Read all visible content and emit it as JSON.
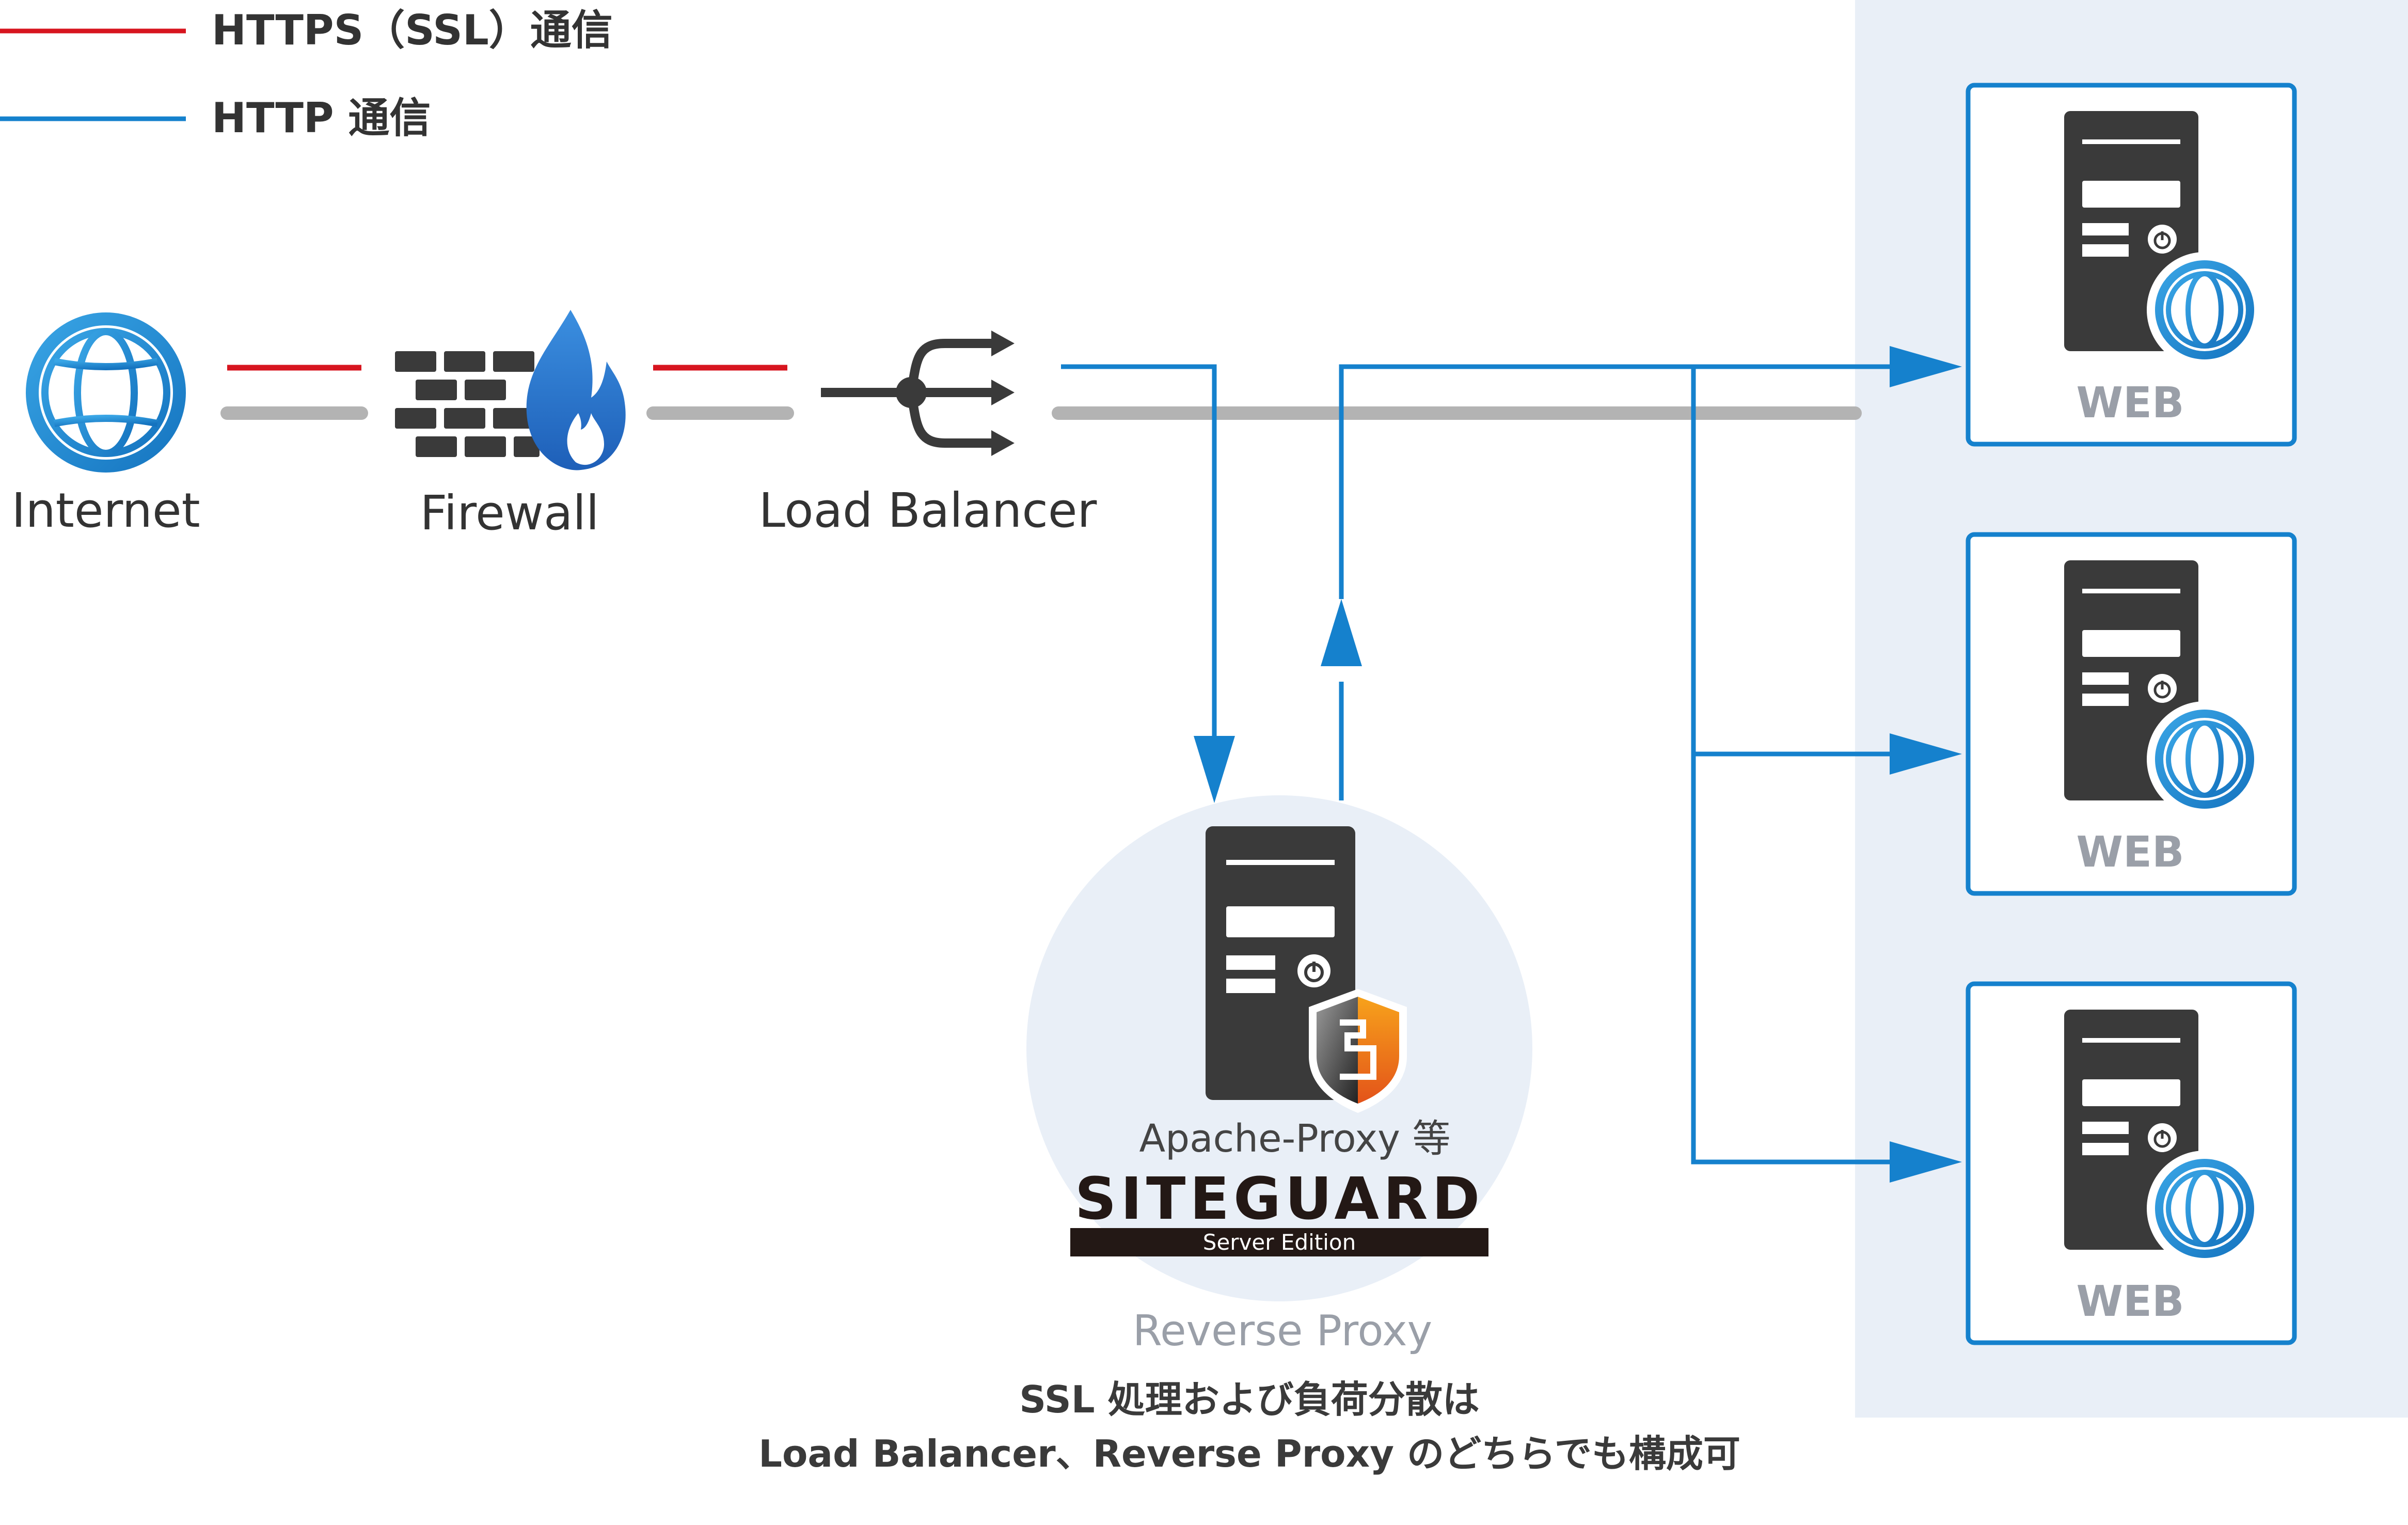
{
  "legend": {
    "https": {
      "label": "HTTPS（SSL）通信",
      "color": "#d7151f"
    },
    "http": {
      "label": "HTTP 通信",
      "color": "#1581cd"
    }
  },
  "nodes": {
    "internet": {
      "label": "Internet",
      "icon": "globe-icon"
    },
    "firewall": {
      "label": "Firewall",
      "icon": "firewall-icon"
    },
    "load_balancer": {
      "label": "Load Balancer",
      "icon": "load-balancer-icon"
    },
    "proxy": {
      "caption": "Apache-Proxy 等",
      "logo_text": "SITEGUARD",
      "logo_sub": "Server Edition",
      "role": "Reverse Proxy",
      "icon": "server-icon"
    },
    "web_servers": [
      {
        "label": "WEB",
        "icon": "web-server-icon"
      },
      {
        "label": "WEB",
        "icon": "web-server-icon"
      },
      {
        "label": "WEB",
        "icon": "web-server-icon"
      }
    ]
  },
  "note": {
    "line1": "SSL 処理および負荷分散は",
    "line2": "Load Balancer、Reverse Proxy のどちらでも構成可"
  },
  "colors": {
    "https_line": "#d7151f",
    "http_line": "#1581cd",
    "network_line": "#b3b3b3",
    "server_body": "#3a3a3a",
    "web_zone_bg": "#e9eff7",
    "web_box_border": "#1581cd",
    "label_gray": "#9a9fa8",
    "text_dark": "#333333"
  }
}
